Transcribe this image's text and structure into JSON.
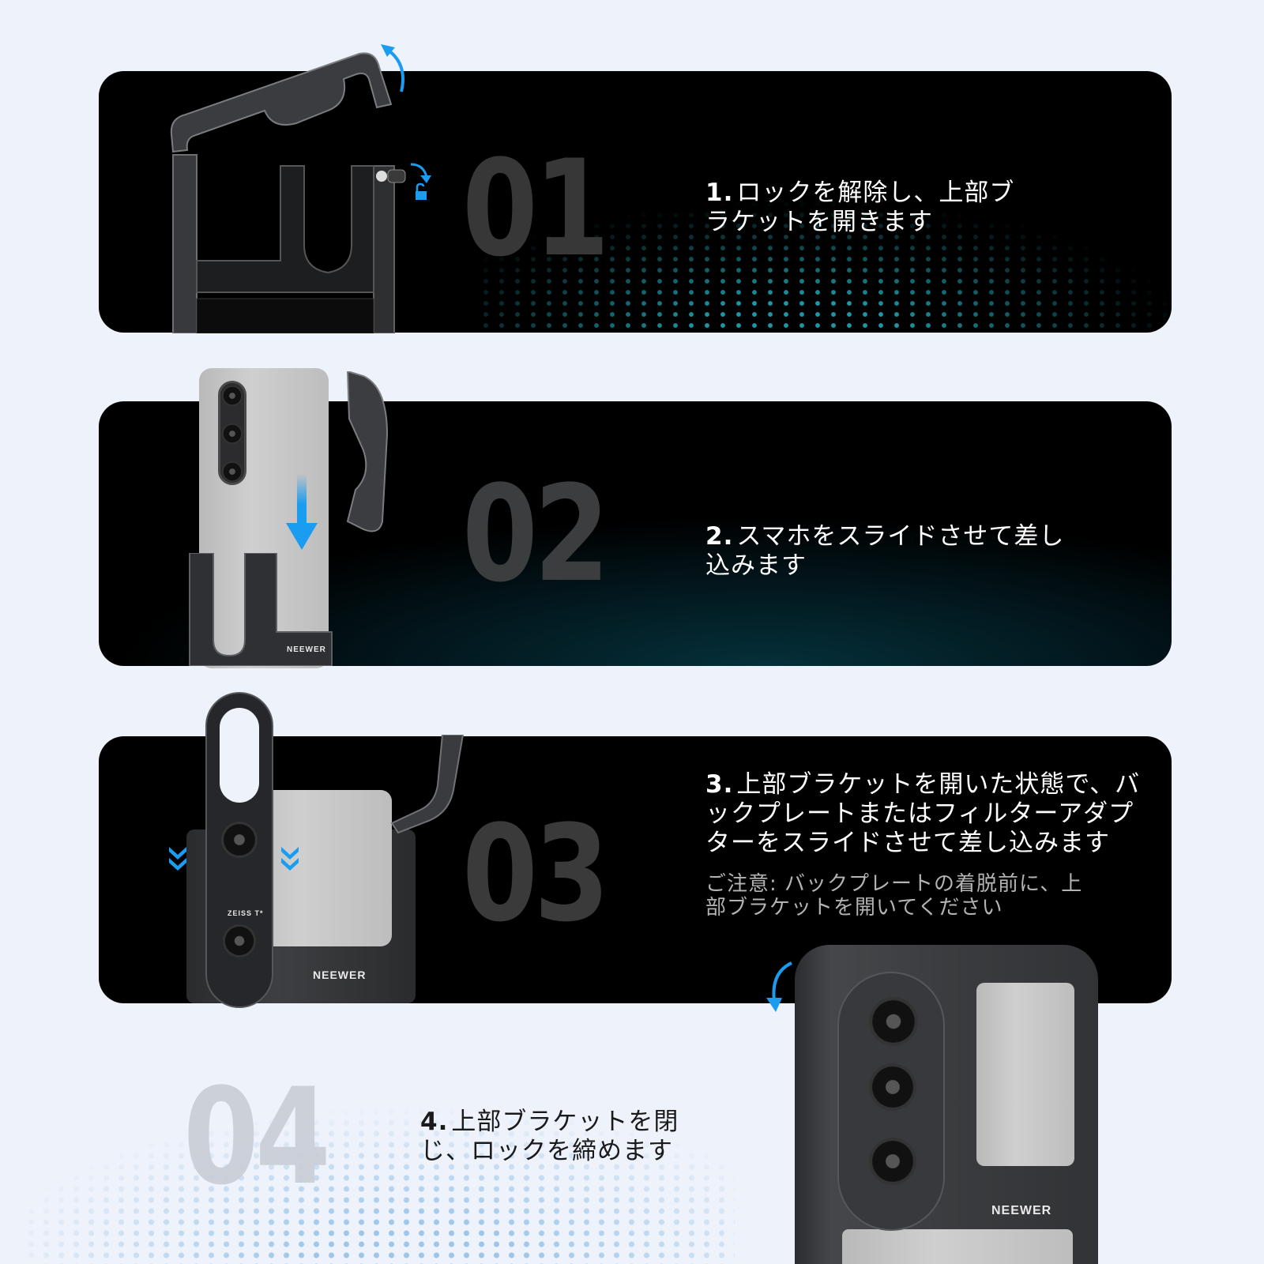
{
  "accent_color": "#1a9cf0",
  "background_color": "#eef2fa",
  "steps": [
    {
      "number": "01",
      "index_label": "1.",
      "text": "ロックを解除し、上部ブラケットを開きます",
      "line1": "ロックを解除し、上部ブ",
      "line2": "ラケットを開きます"
    },
    {
      "number": "02",
      "index_label": "2.",
      "text": "スマホをスライドさせて差し込みます",
      "line1": "スマホをスライドさせて差し",
      "line2": "込みます"
    },
    {
      "number": "03",
      "index_label": "3.",
      "text": "上部ブラケットを開いた状態で、バックプレートまたはフィルターアダプターをスライドさせて差し込みます",
      "line1": "上部ブラケットを開いた状態で、バ",
      "line2": "ックプレートまたはフィルターアダプ",
      "line3": "ターをスライドさせて差し込みます",
      "note_line1": "ご注意: バックプレートの着脱前に、上",
      "note_line2": "部ブラケットを開いてください"
    },
    {
      "number": "04",
      "index_label": "4.",
      "text": "上部ブラケットを閉じ、ロックを締めます",
      "line1": "上部ブラケットを閉",
      "line2": "じ、ロックを締めます"
    }
  ],
  "brand": {
    "logo": "NEEWER",
    "lens_brand": "ZEISS T*"
  },
  "icons": {
    "open_arrow": "curved-arrow-up-icon",
    "unlock": "unlock-icon",
    "slide_down": "arrow-down-icon",
    "chevrons": "double-chevron-down-icon",
    "close_arrow": "curved-arrow-down-icon"
  }
}
